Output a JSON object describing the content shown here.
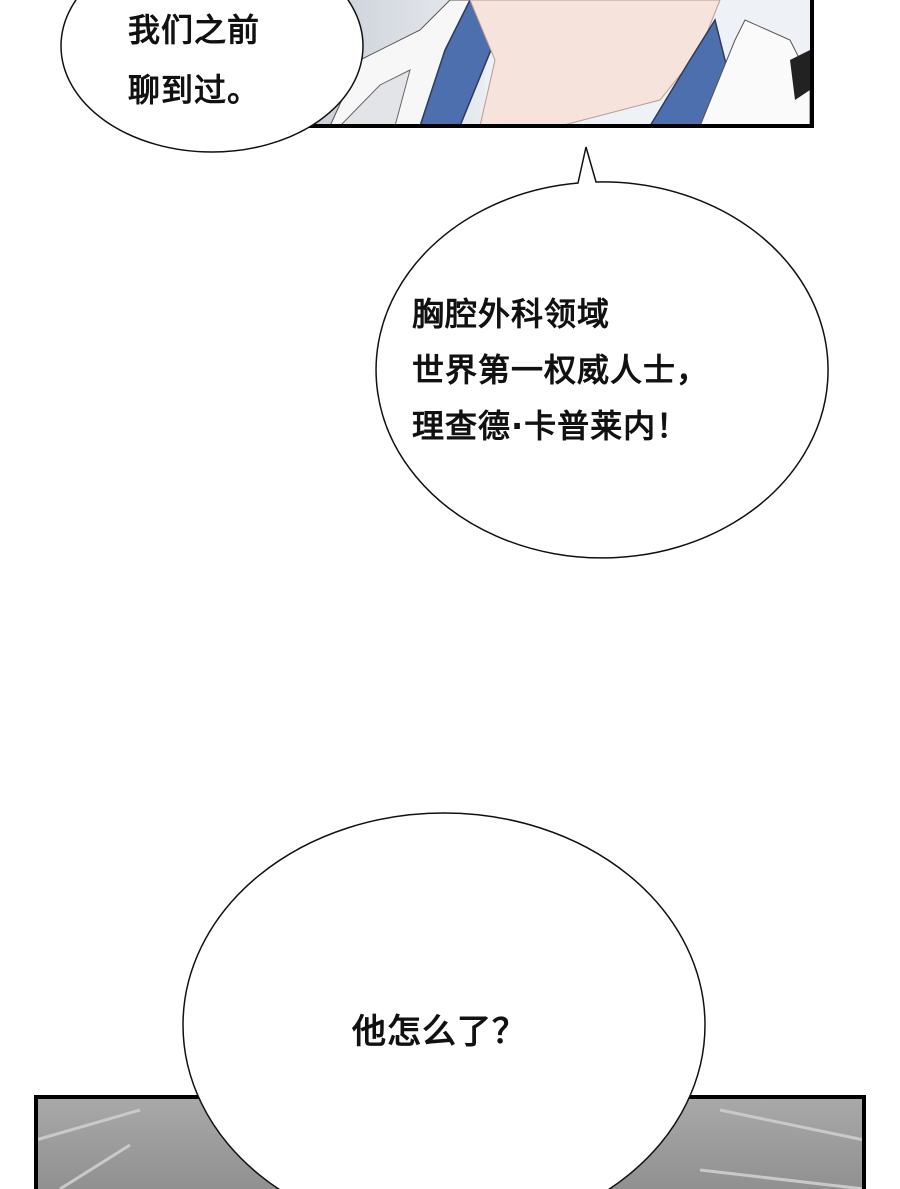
{
  "panels": {
    "top": {
      "bubble_text": "我们之前\n聊到过。"
    },
    "middle": {
      "bubble_text": "胸腔外科领域\n世界第一权威人士，\n理查德·卡普莱内！"
    },
    "bottom": {
      "bubble_text": "他怎么了？"
    }
  }
}
